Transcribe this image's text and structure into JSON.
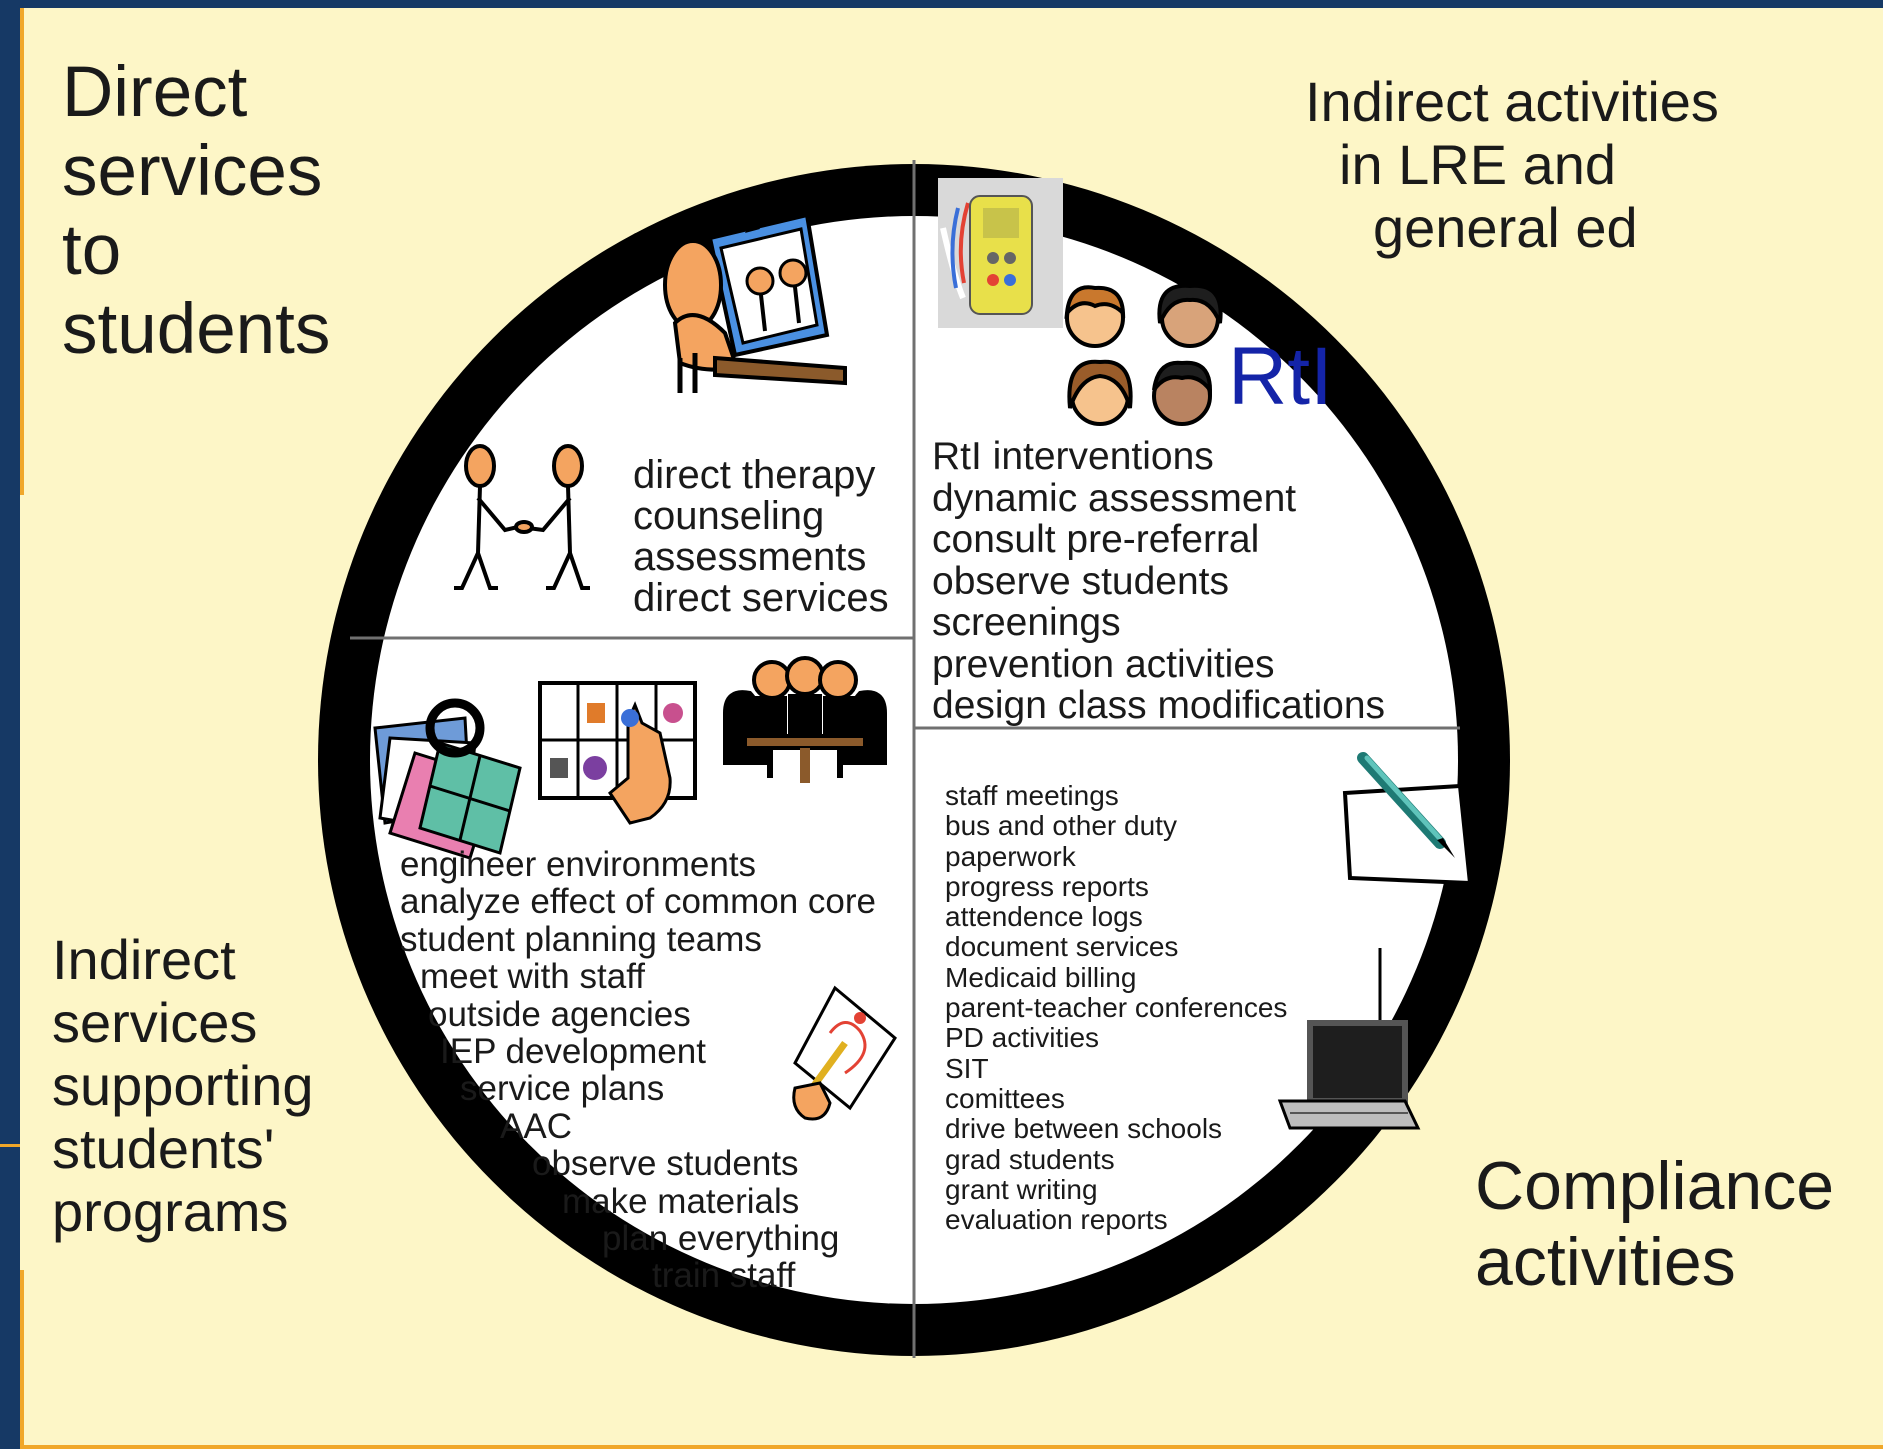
{
  "diagram": {
    "quadrants": {
      "direct_services": {
        "title_lines": [
          "Direct",
          "services",
          "to",
          "students"
        ],
        "items": [
          "direct therapy",
          "counseling",
          "assessments",
          "direct services"
        ],
        "icons": [
          "therapy-session-icon",
          "handshake-icon"
        ]
      },
      "indirect_lre": {
        "title_lines": [
          "Indirect activities",
          "in LRE and",
          "general ed"
        ],
        "badge": "RtI",
        "items": [
          "RtI interventions",
          "dynamic assessment",
          "consult pre-referral",
          "observe students",
          "screenings",
          "prevention activities",
          "design class modifications"
        ],
        "icons": [
          "communication-device-icon",
          "student-group-icon"
        ]
      },
      "indirect_supporting": {
        "title_lines": [
          "Indirect",
          "services",
          "supporting",
          "students'",
          "programs"
        ],
        "items": [
          "engineer environments",
          "analyze effect of common core",
          "student planning teams",
          "meet with staff",
          "outside agencies",
          "IEP development",
          "service plans",
          "AAC",
          "observe students",
          "make materials",
          "plan everything",
          "train staff"
        ],
        "icons": [
          "picture-cards-icon",
          "communication-board-icon",
          "team-meeting-icon",
          "drawing-icon"
        ]
      },
      "compliance": {
        "title_lines": [
          "Compliance",
          "activities"
        ],
        "items": [
          "staff meetings",
          "bus and other duty",
          "paperwork",
          "progress reports",
          "attendence logs",
          "document services",
          "Medicaid billing",
          "parent-teacher conferences",
          "PD activities",
          "SIT",
          "comittees",
          "drive between schools",
          "grad students",
          "grant writing",
          "evaluation reports"
        ],
        "icons": [
          "pen-paper-icon",
          "laptop-icon"
        ]
      }
    }
  },
  "colors": {
    "frame": "#163965",
    "slide_background": "#FDF6C7",
    "accent": "#F0A72A",
    "ring": "#000000",
    "rti_text": "#1424A8"
  }
}
